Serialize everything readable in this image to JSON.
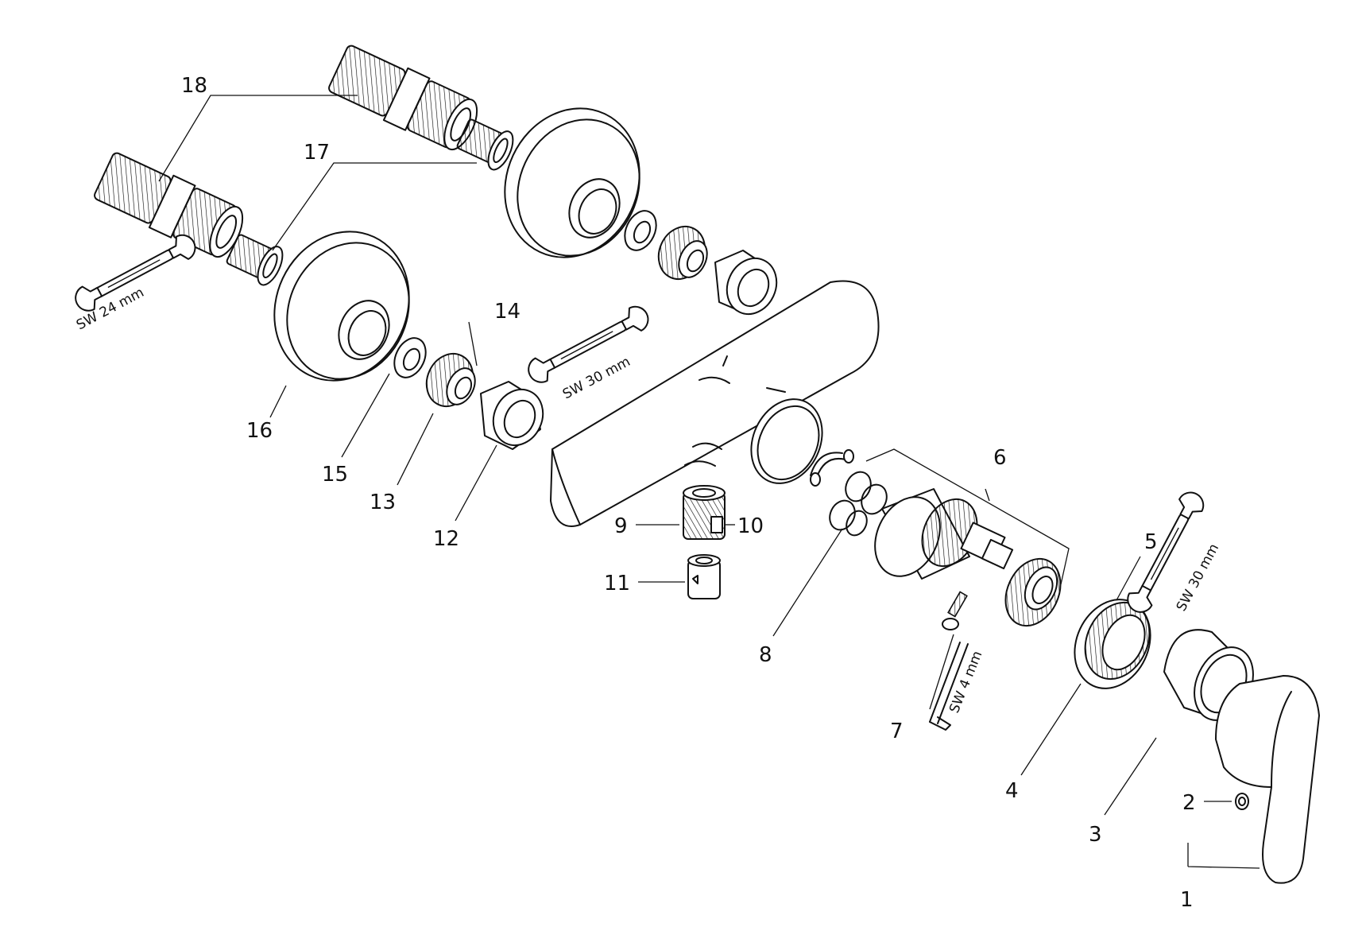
{
  "callouts": [
    "1",
    "2",
    "3",
    "4",
    "5",
    "6",
    "7",
    "8",
    "9",
    "10",
    "11",
    "12",
    "13",
    "14",
    "15",
    "16",
    "17",
    "18"
  ],
  "tools": {
    "wrench_24": "SW 24 mm",
    "wrench_30_left": "SW 30 mm",
    "wrench_30_right": "SW 30 mm",
    "hex_key_4": "SW 4 mm"
  }
}
